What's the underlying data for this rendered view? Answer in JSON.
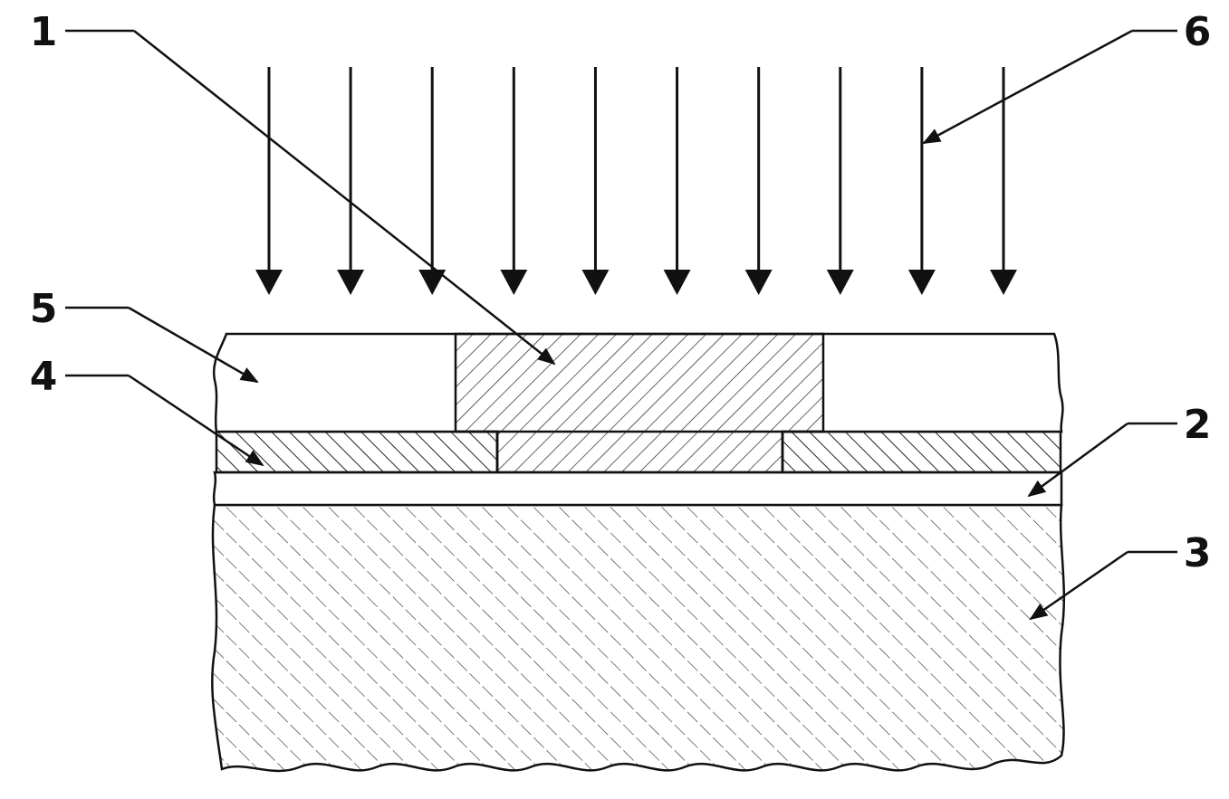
{
  "labels": {
    "l1": "1",
    "l2": "2",
    "l3": "3",
    "l4": "4",
    "l5": "5",
    "l6": "6"
  },
  "colors": {
    "ink": "#111111",
    "background": "#ffffff"
  },
  "irradiation_arrow_count": 10
}
